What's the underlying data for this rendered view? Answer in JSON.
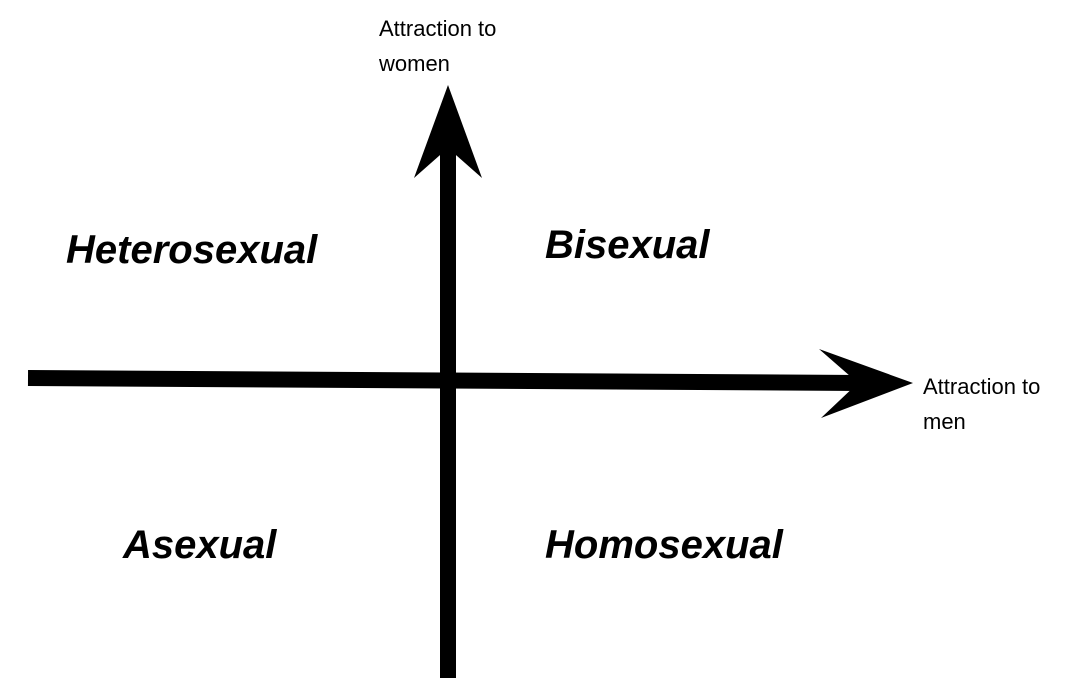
{
  "axes": {
    "y_label_line1": "Attraction to",
    "y_label_line2": "women",
    "x_label_line1": "Attraction to",
    "x_label_line2": "men"
  },
  "quadrants": {
    "top_left": "Heterosexual",
    "top_right": "Bisexual",
    "bottom_left": "Asexual",
    "bottom_right": "Homosexual"
  },
  "colors": {
    "background": "#ffffff",
    "ink": "#000000"
  }
}
